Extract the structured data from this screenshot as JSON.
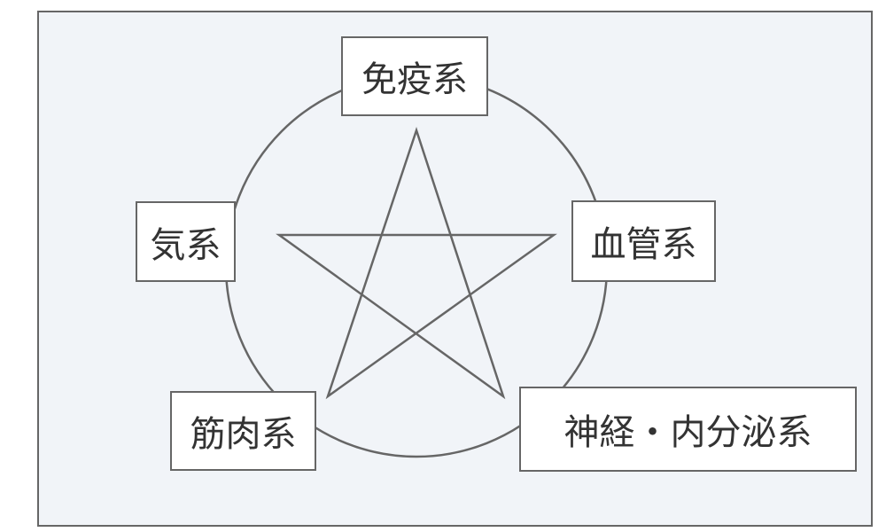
{
  "diagram": {
    "labels": {
      "top": "免疫系",
      "right": "血管系",
      "bottom_right": "神経・内分泌系",
      "bottom_left": "筋肉系",
      "left": "気系"
    },
    "colors": {
      "background": "#f1f4f8",
      "stroke": "#666666",
      "text": "#333333",
      "box_fill": "#ffffff"
    }
  }
}
